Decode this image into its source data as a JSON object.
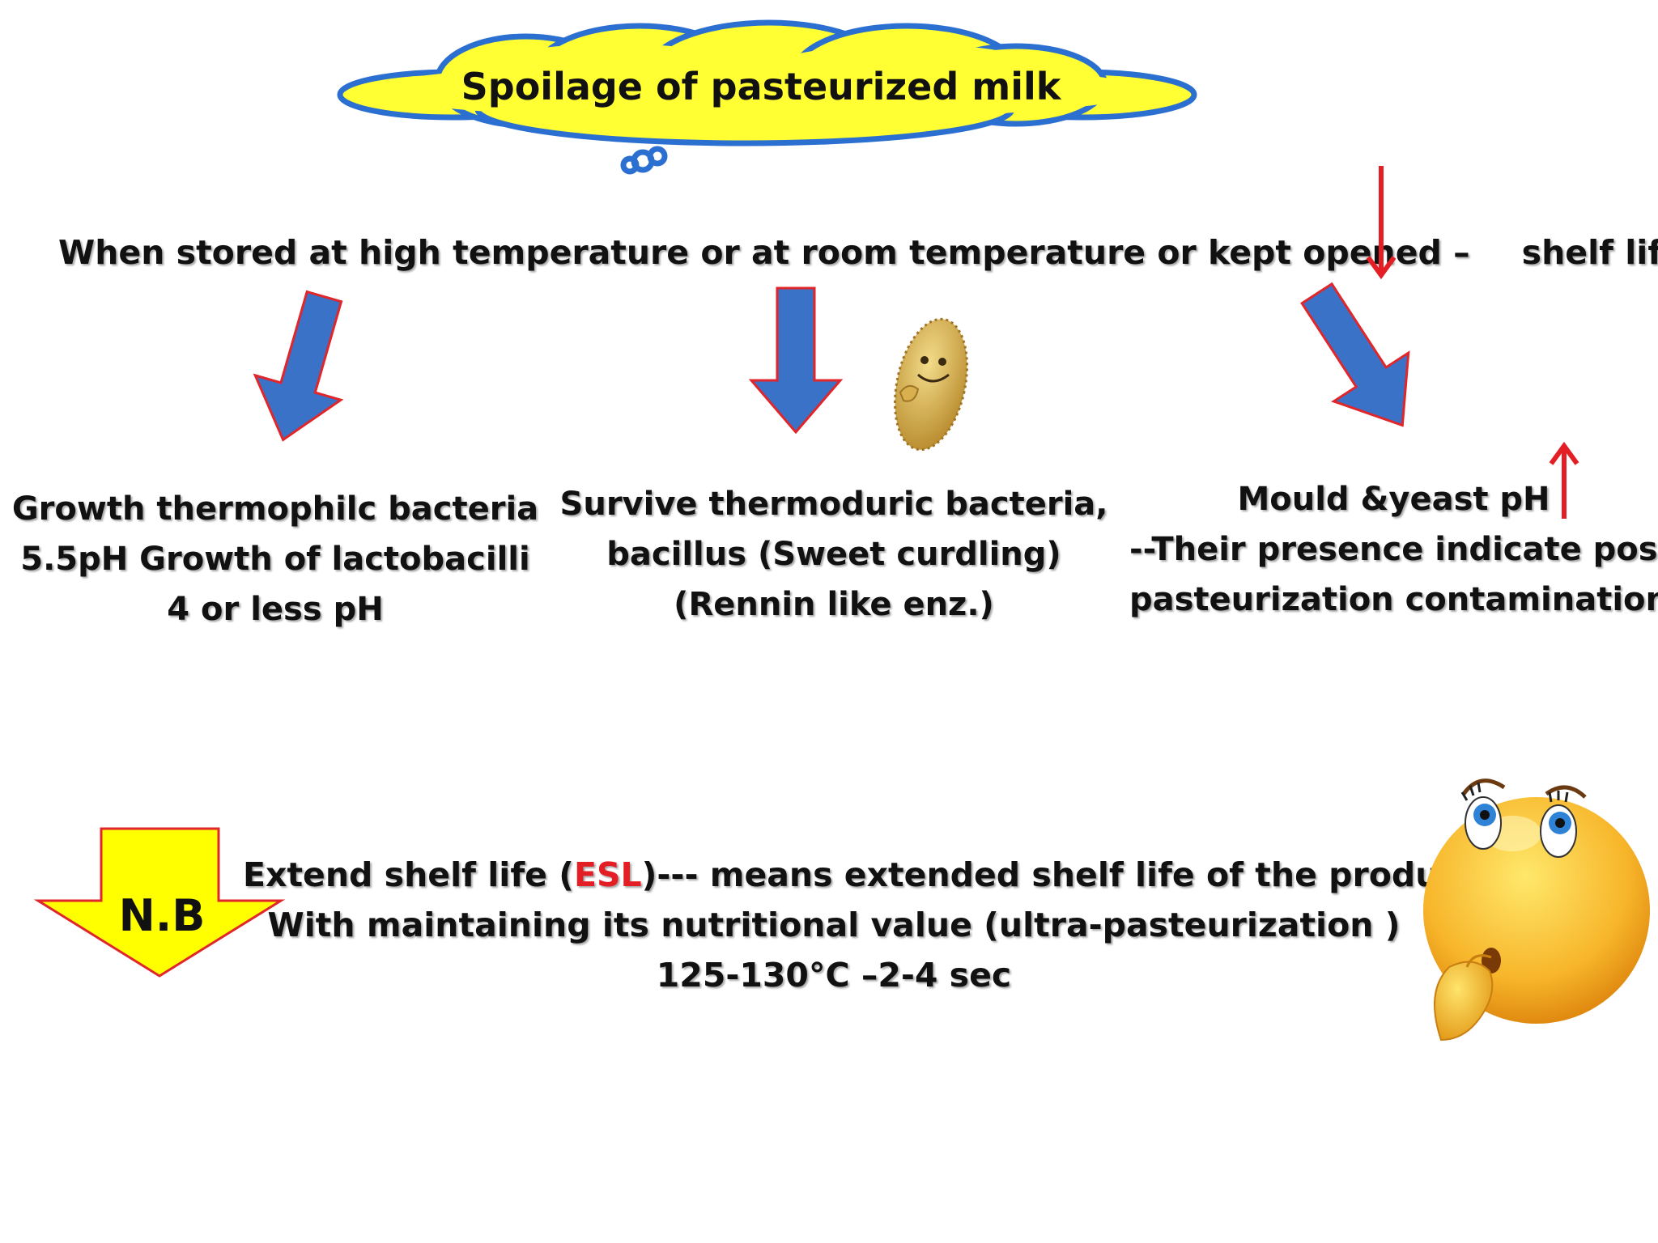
{
  "title": "Spoilage of pasteurized milk",
  "intro": {
    "text": "When stored at high temperature or at room temperature  or kept opened –",
    "suffix": "shelf life"
  },
  "columns": {
    "left": [
      "Growth thermophilc bacteria",
      "5.5pH Growth of lactobacilli",
      "4 or less pH"
    ],
    "middle": [
      "Survive thermoduric bacteria,",
      "bacillus (Sweet curdling)",
      "(Rennin like enz.)"
    ],
    "right": [
      "Mould &yeast pH",
      "--Their presence indicate post",
      "pasteurization contamination"
    ]
  },
  "nb": {
    "label": "N.B",
    "line1_before": "Extend shelf life (",
    "line1_highlight": "ESL",
    "line1_after": ")--- means extended shelf life of the product",
    "line2": "With maintaining its nutritional value (ultra-pasteurization )",
    "line3": "125-130°C –2-4 sec"
  },
  "icons": {
    "cloud": "thought-cloud-icon",
    "down_arrows": "blue-down-arrow-icon",
    "decrease": "red-down-arrow-icon",
    "increase": "red-up-arrow-icon",
    "bacterium": "bacterium-cartoon-icon",
    "thinking": "thinking-emoji-icon"
  },
  "colors": {
    "cloud_fill": "#ffff33",
    "cloud_stroke": "#2b6fd1",
    "blue_arrow": "#3a72c8",
    "blue_arrow_stroke": "#e0262a",
    "red": "#e31e24",
    "nb_arrow_fill": "#ffff00"
  }
}
